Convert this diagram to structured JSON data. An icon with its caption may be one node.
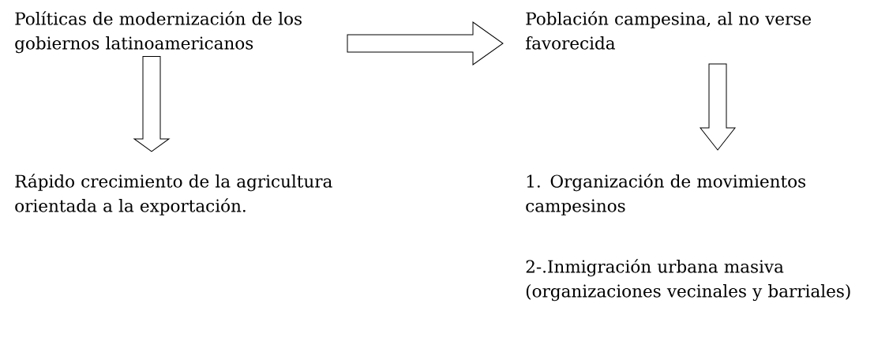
{
  "diagram": {
    "nodes": [
      {
        "text": [
          "Políticas de modernización de los gobiernos latinoamericanos"
        ]
      },
      {
        "text": [
          "Población campesina, al no verse favorecida"
        ]
      },
      {
        "text": [
          "Rápido crecimiento de la agricultura orientada a la exportación."
        ]
      },
      {
        "text": [
          "1. Organización de movimientos campesinos"
        ]
      },
      {
        "text": [
          "2-.Inmigración urbana masiva (organizaciones vecinales y barriales)"
        ]
      }
    ],
    "edges": [
      {
        "from": 0,
        "to": 1,
        "arrow": "to"
      },
      {
        "from": 0,
        "to": 2,
        "arrow": "to"
      },
      {
        "from": 1,
        "to": 3,
        "arrow": "to"
      }
    ]
  }
}
